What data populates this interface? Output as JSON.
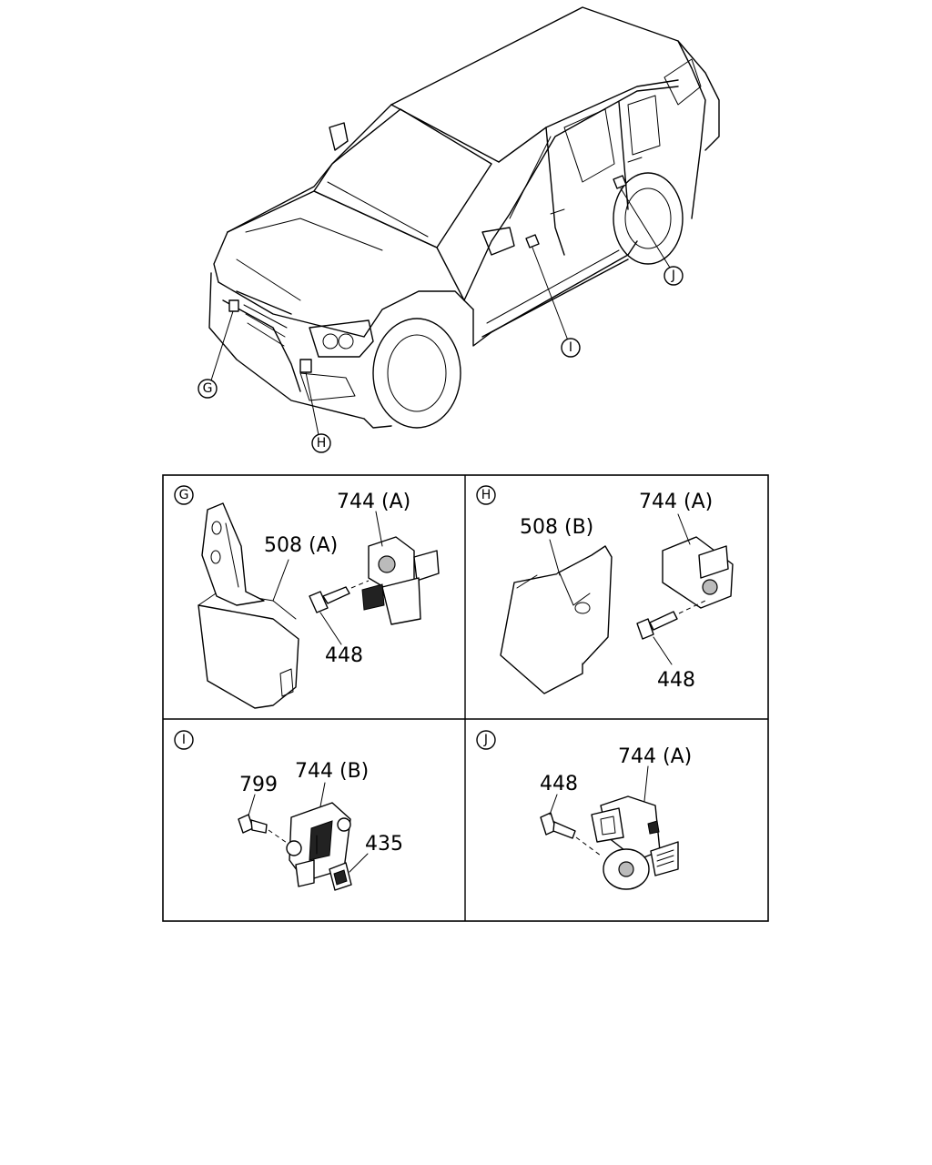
{
  "vehicle_callouts": {
    "g": "G",
    "h": "H",
    "i": "I",
    "j": "J"
  },
  "panels": {
    "g": {
      "tag": "G",
      "part_sensor": "744 (A)",
      "part_bracket": "508 (A)",
      "part_bolt": "448"
    },
    "h": {
      "tag": "H",
      "part_sensor": "744 (A)",
      "part_bracket": "508 (B)",
      "part_bolt": "448"
    },
    "i": {
      "tag": "I",
      "part_bolt": "799",
      "part_sensor": "744 (B)",
      "part_connector": "435"
    },
    "j": {
      "tag": "J",
      "part_bolt": "448",
      "part_sensor": "744 (A)"
    }
  }
}
